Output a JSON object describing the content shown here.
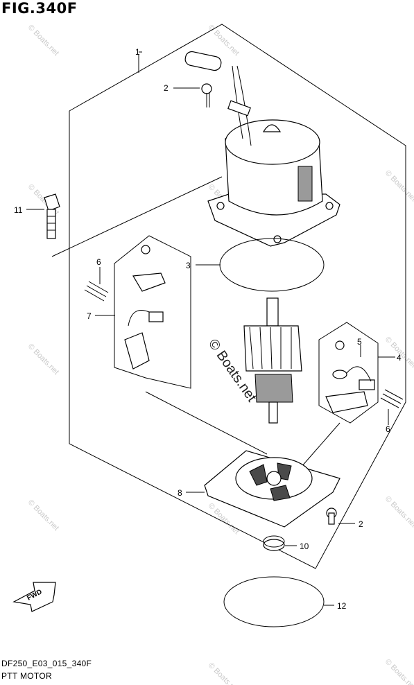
{
  "figure": {
    "title": "FIG.340F",
    "diagram_code": "DF250_E03_015_340F",
    "caption": "PTT MOTOR"
  },
  "callouts": [
    {
      "id": "c1",
      "label": "1"
    },
    {
      "id": "c2a",
      "label": "2"
    },
    {
      "id": "c2b",
      "label": "2"
    },
    {
      "id": "c3",
      "label": "3"
    },
    {
      "id": "c4",
      "label": "4"
    },
    {
      "id": "c5",
      "label": "5"
    },
    {
      "id": "c6a",
      "label": "6"
    },
    {
      "id": "c6b",
      "label": "6"
    },
    {
      "id": "c7",
      "label": "7"
    },
    {
      "id": "c8",
      "label": "8"
    },
    {
      "id": "c10",
      "label": "10"
    },
    {
      "id": "c11",
      "label": "11"
    },
    {
      "id": "c12",
      "label": "12"
    }
  ],
  "fwd_arrow": {
    "label": "FWD"
  },
  "watermark": {
    "center": "© Boats.net",
    "tile": "© Boats.net"
  }
}
